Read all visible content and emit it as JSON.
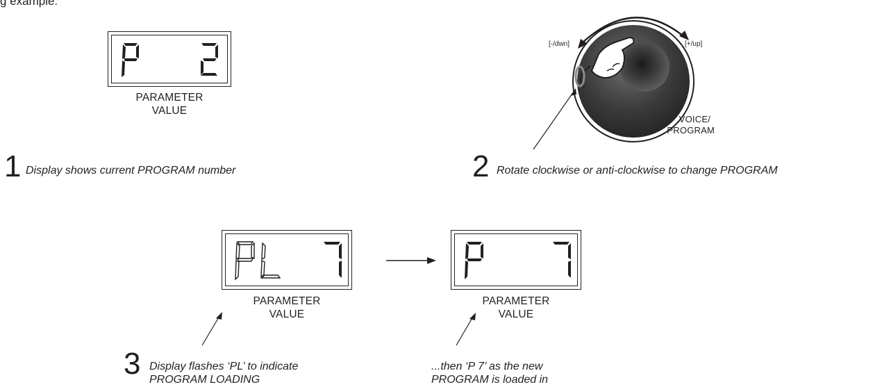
{
  "intro_text": "g example:",
  "parameter_label": {
    "line1": "PARAMETER",
    "line2": "VALUE"
  },
  "displays": {
    "step1": {
      "left": "P",
      "right": "2",
      "style": "solid"
    },
    "step3": {
      "left": "PL",
      "right": "7",
      "style": "outline"
    },
    "step3b": {
      "left": "P",
      "right": "7",
      "style": "solid"
    }
  },
  "knob": {
    "minus_label": "[-/dwn]",
    "plus_label": "[+/up]",
    "name_line1": "VOICE/",
    "name_line2": "PROGRAM"
  },
  "steps": {
    "s1": {
      "number": "1",
      "text": "Display shows current PROGRAM number"
    },
    "s2": {
      "number": "2",
      "text": "Rotate clockwise or anti-clockwise to change PROGRAM"
    },
    "s3": {
      "number": "3",
      "line1": "Display flashes ‘PL’ to indicate",
      "line2": "PROGRAM LOADING"
    },
    "s3b": {
      "line1": "...then ‘P  7’  as the new",
      "line2": "PROGRAM is loaded in"
    }
  },
  "colors": {
    "ink": "#231f20",
    "knob_dark": "#2b2b2b",
    "knob_mid": "#5a5a5a"
  }
}
